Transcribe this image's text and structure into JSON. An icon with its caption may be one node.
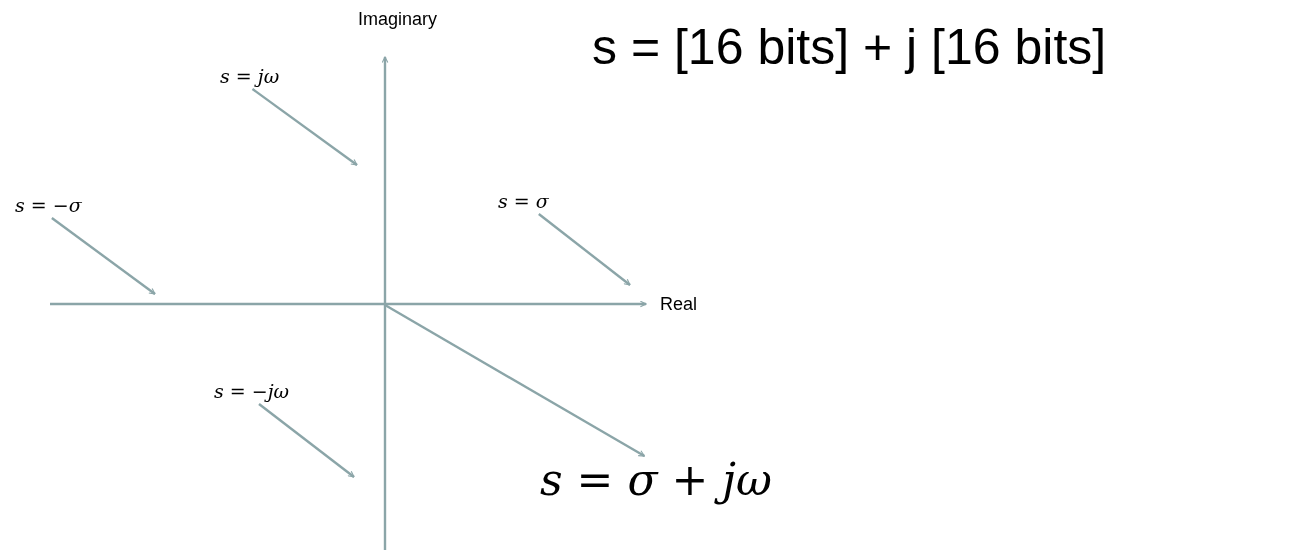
{
  "diagram": {
    "nodes": [
      {
        "text": [
          "*s* = *jω*"
        ]
      },
      {
        "text": [
          "*s* = −*σ*"
        ]
      },
      {
        "text": [
          "*s* = *σ*"
        ]
      },
      {
        "text": [
          "*s* = −*jω*"
        ]
      },
      {
        "text": [
          "*s* = *σ* + *jω*"
        ]
      }
    ],
    "edges": [
      {
        "from": 0,
        "to": null,
        "arrow": "to"
      },
      {
        "from": 1,
        "to": null,
        "arrow": "to"
      },
      {
        "from": 2,
        "to": null,
        "arrow": "to"
      },
      {
        "from": 3,
        "to": null,
        "arrow": "to"
      },
      {
        "from": null,
        "to": 4,
        "arrow": "to"
      }
    ],
    "labels": [
      "Imaginary",
      "s = [16 bits] + j [16 bits]",
      "Real"
    ]
  }
}
